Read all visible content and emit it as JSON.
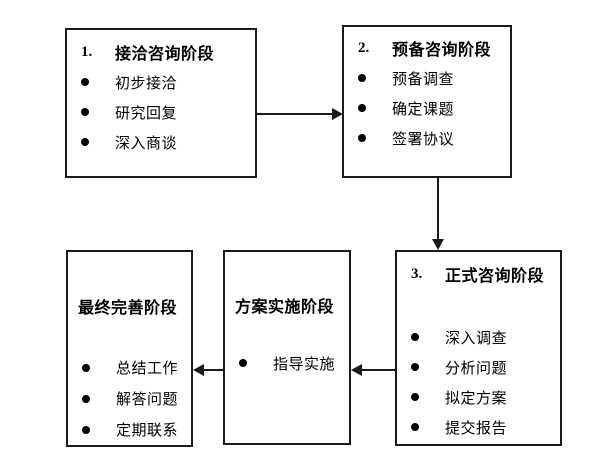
{
  "colors": {
    "background": "#ffffff",
    "line": "#1a1a1a",
    "text": "#000000"
  },
  "boxes": [
    {
      "number": "1.",
      "title": "接洽咨询阶段",
      "items": [
        "初步接洽",
        "研究回复",
        "深入商谈"
      ]
    },
    {
      "number": "2.",
      "title": "预备咨询阶段",
      "items": [
        "预备调查",
        "确定课题",
        "签署协议"
      ]
    },
    {
      "number": "3.",
      "title": "正式咨询阶段",
      "items": [
        "深入调查",
        "分析问题",
        "拟定方案",
        "提交报告"
      ]
    },
    {
      "number": "",
      "title": "方案实施阶段",
      "items": [
        "指导实施"
      ]
    },
    {
      "number": "",
      "title": "最终完善阶段",
      "items": [
        "总结工作",
        "解答问题",
        "定期联系"
      ]
    }
  ],
  "connectors": [
    {
      "from": "接洽咨询阶段",
      "to": "预备咨询阶段",
      "direction": "right"
    },
    {
      "from": "预备咨询阶段",
      "to": "正式咨询阶段",
      "direction": "down"
    },
    {
      "from": "正式咨询阶段",
      "to": "方案实施阶段",
      "direction": "left"
    },
    {
      "from": "方案实施阶段",
      "to": "最终完善阶段",
      "direction": "left"
    }
  ]
}
